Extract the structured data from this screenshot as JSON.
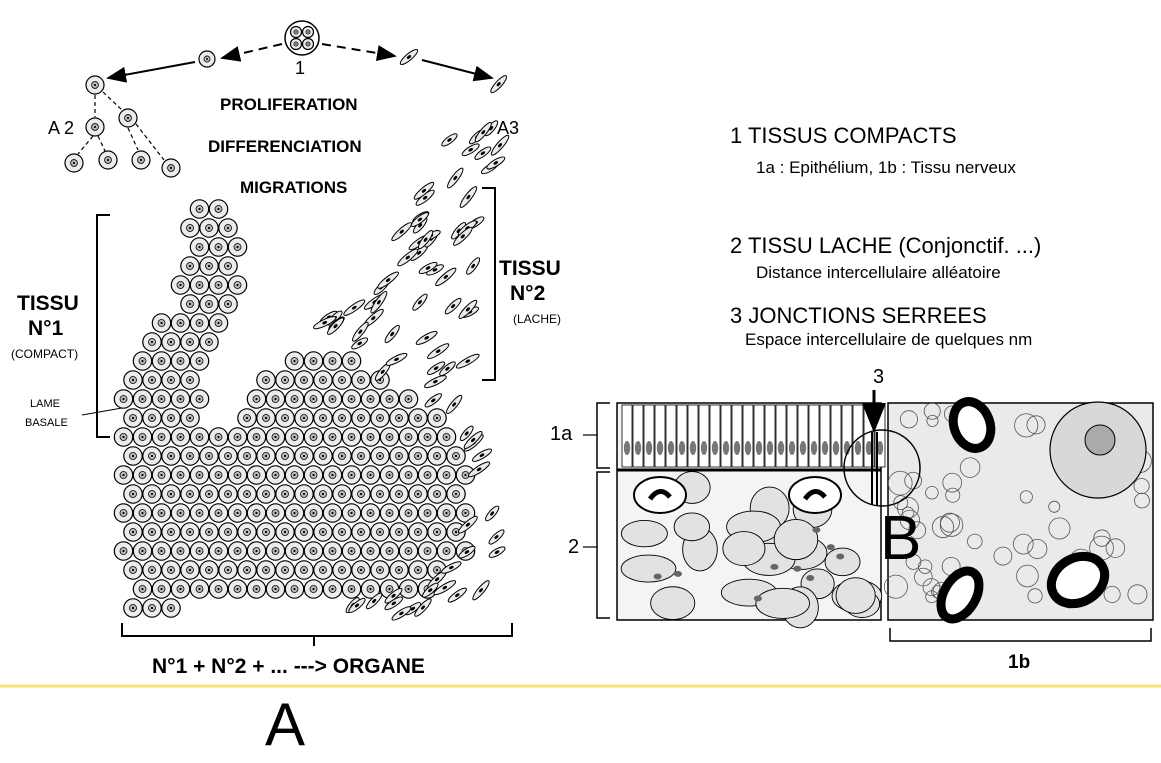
{
  "diagram_a": {
    "proliferation": "PROLIFERATION",
    "differenciation": "DIFFERENCIATION",
    "migrations": "MIGRATIONS",
    "label_1": "1",
    "label_a2": "A 2",
    "label_a3": "A3",
    "tissu1_line1": "TISSU",
    "tissu1_line2": "N°1",
    "tissu1_sub": "(COMPACT)",
    "lame_line1": "LAME",
    "lame_line2": "BASALE",
    "tissu2_line1": "TISSU",
    "tissu2_line2": "N°2",
    "tissu2_sub": "(LACHE)",
    "organe": "N°1 + N°2 + ... ---> ORGANE",
    "big_letter": "A"
  },
  "legend": {
    "item1_title": "1 TISSUS COMPACTS",
    "item1_sub": "1a : Epithélium,  1b : Tissu nerveux",
    "item2_title": "2 TISSU LACHE (Conjonctif. ...)",
    "item2_sub": "Distance intercellulaire alléatoire",
    "item3_title": "3 JONCTIONS SERREES",
    "item3_sub": "Espace intercellulaire de quelques nm"
  },
  "diagram_b": {
    "label_3": "3",
    "label_1a": "1a",
    "label_2": "2",
    "label_1b": "1b",
    "big_letter": "B"
  },
  "colors": {
    "divider": "#f7e27a",
    "ink": "#000000",
    "cell_fill": "#ececec",
    "panel_fill": "#f4f4f4"
  }
}
